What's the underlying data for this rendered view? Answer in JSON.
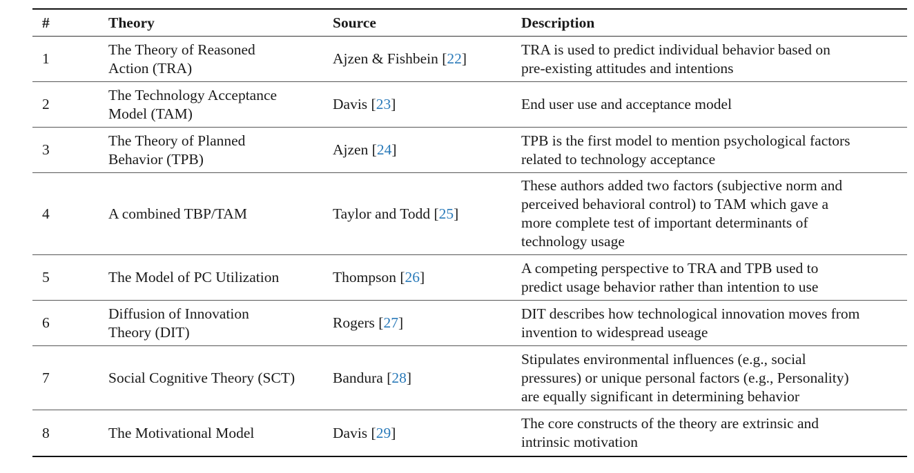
{
  "headers": {
    "num": "#",
    "theory": "Theory",
    "source": "Source",
    "description": "Description"
  },
  "rows": [
    {
      "num": "1",
      "theory_line1": "The Theory of Reasoned",
      "theory_line2": "Action (TRA)",
      "source_text": "Ajzen & Fishbein [",
      "source_ref": "22",
      "source_close": "]",
      "desc_line1": "TRA is used to predict individual behavior based on",
      "desc_line2": "pre-existing attitudes and intentions"
    },
    {
      "num": "2",
      "theory_line1": "The Technology Acceptance",
      "theory_line2": "Model (TAM)",
      "source_text": "Davis [",
      "source_ref": "23",
      "source_close": "]",
      "desc_line1": "End user use and acceptance model"
    },
    {
      "num": "3",
      "theory_line1": "The Theory of Planned",
      "theory_line2": "Behavior (TPB)",
      "source_text": "Ajzen [",
      "source_ref": "24",
      "source_close": "]",
      "desc_line1": "TPB is the first model to mention psychological factors",
      "desc_line2": "related to technology acceptance"
    },
    {
      "num": "4",
      "theory_line1": "A combined TBP/TAM",
      "source_text": "Taylor and Todd [",
      "source_ref": "25",
      "source_close": "]",
      "desc_line1": "These authors added two factors (subjective norm and",
      "desc_line2": "perceived behavioral control) to TAM which gave a",
      "desc_line3": "more complete test of important determinants of",
      "desc_line4": "technology usage"
    },
    {
      "num": "5",
      "theory_line1": "The Model of PC Utilization",
      "source_text": "Thompson [",
      "source_ref": "26",
      "source_close": "]",
      "desc_line1": "A competing perspective to TRA and TPB used to",
      "desc_line2": "predict usage behavior rather than intention to use"
    },
    {
      "num": "6",
      "theory_line1": "Diffusion of Innovation",
      "theory_line2": "Theory (DIT)",
      "source_text": "Rogers [",
      "source_ref": "27",
      "source_close": "]",
      "desc_line1": "DIT describes how technological innovation moves from",
      "desc_line2": "invention to widespread useage"
    },
    {
      "num": "7",
      "theory_line1": "Social Cognitive Theory (SCT)",
      "source_text": "Bandura [",
      "source_ref": "28",
      "source_close": "]",
      "desc_line1": "Stipulates environmental influences (e.g., social",
      "desc_line2": "pressures) or unique personal factors (e.g., Personality)",
      "desc_line3": "are equally significant in determining behavior"
    },
    {
      "num": "8",
      "theory_line1": "The Motivational Model",
      "source_text": "Davis [",
      "source_ref": "29",
      "source_close": "]",
      "desc_line1": "The core constructs of the theory are extrinsic and",
      "desc_line2": "intrinsic motivation"
    }
  ],
  "colors": {
    "reference_link": "#2a7ab9",
    "text": "#1a1a1a"
  }
}
